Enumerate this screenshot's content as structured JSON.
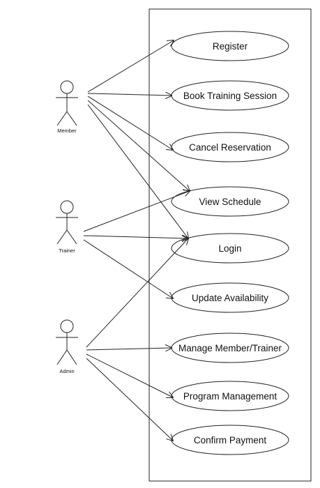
{
  "actors": [
    {
      "id": "member",
      "label": "Member"
    },
    {
      "id": "trainer",
      "label": "Trainer"
    },
    {
      "id": "admin",
      "label": "Admin"
    }
  ],
  "use_cases": [
    {
      "id": "register",
      "label": "Register"
    },
    {
      "id": "book",
      "label": "Book Training Session"
    },
    {
      "id": "cancel",
      "label": "Cancel Reservation"
    },
    {
      "id": "schedule",
      "label": "View Schedule"
    },
    {
      "id": "login",
      "label": "Login"
    },
    {
      "id": "availability",
      "label": "Update Availability"
    },
    {
      "id": "manage",
      "label": "Manage Member/Trainer"
    },
    {
      "id": "program",
      "label": "Program Management"
    },
    {
      "id": "payment",
      "label": "Confirm Payment"
    }
  ],
  "associations": [
    {
      "from": "member",
      "to": "register"
    },
    {
      "from": "member",
      "to": "book"
    },
    {
      "from": "member",
      "to": "cancel"
    },
    {
      "from": "member",
      "to": "schedule"
    },
    {
      "from": "member",
      "to": "login"
    },
    {
      "from": "trainer",
      "to": "schedule"
    },
    {
      "from": "trainer",
      "to": "login"
    },
    {
      "from": "trainer",
      "to": "availability"
    },
    {
      "from": "admin",
      "to": "login"
    },
    {
      "from": "admin",
      "to": "manage"
    },
    {
      "from": "admin",
      "to": "program"
    },
    {
      "from": "admin",
      "to": "payment"
    }
  ]
}
